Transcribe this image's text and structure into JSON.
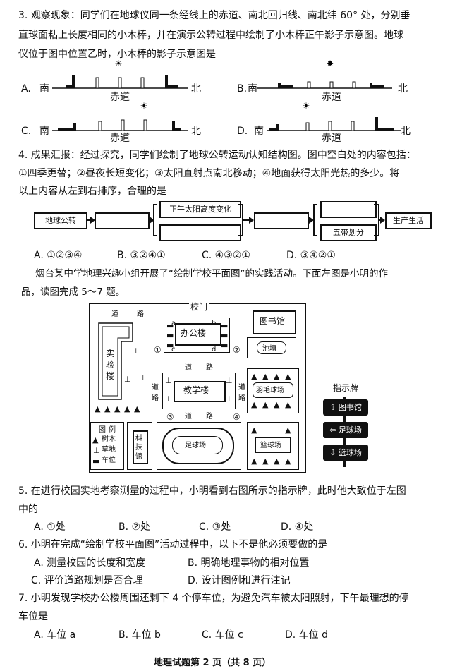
{
  "q3": {
    "line1": "3. 观察现象：同学们在地球仪同一条经线上的赤道、南北回归线、南北纬 60° 处，分别垂",
    "line2": "直球面粘上长度相同的小木棒，并在演示公转过程中绘制了小木棒正午影子示意图。地球",
    "line3": "仪位于图中位置乙时，小木棒的影子示意图是",
    "options": [
      {
        "letter": "A.",
        "south": "南",
        "north": "北",
        "equator": "赤道"
      },
      {
        "letter": "B.",
        "south": "南",
        "north": "北",
        "equator": "赤道"
      },
      {
        "letter": "C.",
        "south": "南",
        "north": "北",
        "equator": "赤道"
      },
      {
        "letter": "D.",
        "south": "南",
        "north": "北",
        "equator": "赤道"
      }
    ]
  },
  "q4": {
    "line1": "4. 成果汇报：经过探究，同学们绘制了地球公转运动认知结构图。图中空白处的内容包括：",
    "line2": "①四季更替；②昼夜长短变化；③太阳直射点南北移动；④地面获得太阳光热的多少。将",
    "line3": "以上内容从左到右排序，合理的是",
    "flow": {
      "start": "地球公转",
      "sun_height": "正午太阳高度变化",
      "five_zones": "五带划分",
      "end": "生产生活"
    },
    "options": [
      "A. ①②③④",
      "B. ③②④①",
      "C. ④③②①",
      "D. ③④②①"
    ]
  },
  "intro": {
    "line1": "烟台某中学地理兴趣小组开展了“绘制学校平面图”的实践活动。下面左图是小明的作",
    "line2": "品，读图完成 5～7 题。"
  },
  "map": {
    "gate": "校门",
    "road": "道路",
    "road_chars": [
      "道",
      "路"
    ],
    "office": "办公楼",
    "library": "图书馆",
    "pond": "池塘",
    "lab_chars": [
      "实",
      "验",
      "楼"
    ],
    "teaching": "教学楼",
    "badminton": "羽毛球场",
    "football": "足球场",
    "basketball": "篮球场",
    "science_chars": [
      "科",
      "技",
      "馆"
    ],
    "legend_title_chars": [
      "图",
      "例"
    ],
    "legend_tree": "树木",
    "legend_grass": "草地",
    "legend_parking": "车位",
    "markers": [
      "①",
      "②",
      "③",
      "④"
    ],
    "parking": [
      "a",
      "b",
      "c",
      "d"
    ],
    "signboard_title": "指示牌",
    "signs": [
      "图书馆",
      "足球场",
      "篮球场"
    ]
  },
  "q5": {
    "line1": "5. 在进行校园实地考察测量的过程中，小明看到右图所示的指示牌，此时他大致位于左图",
    "line2": "中的",
    "options": [
      "A. ①处",
      "B. ②处",
      "C. ③处",
      "D. ④处"
    ]
  },
  "q6": {
    "line1": "6. 小明在完成“绘制学校平面图”活动过程中，以下不是他必须要做的是",
    "options": [
      "A. 测量校园的长度和宽度",
      "B. 明确地理事物的相对位置",
      "C. 评价道路规划是否合理",
      "D. 设计图例和进行注记"
    ]
  },
  "q7": {
    "line1": "7. 小明发现学校办公楼周围还剩下 4 个停车位，为避免汽车被太阳照射，下午最理想的停",
    "line2": "车位是",
    "options": [
      "A. 车位 a",
      "B. 车位 b",
      "C. 车位 c",
      "D. 车位 d"
    ]
  },
  "footer": "地理试题第 2 页（共 8 页）"
}
